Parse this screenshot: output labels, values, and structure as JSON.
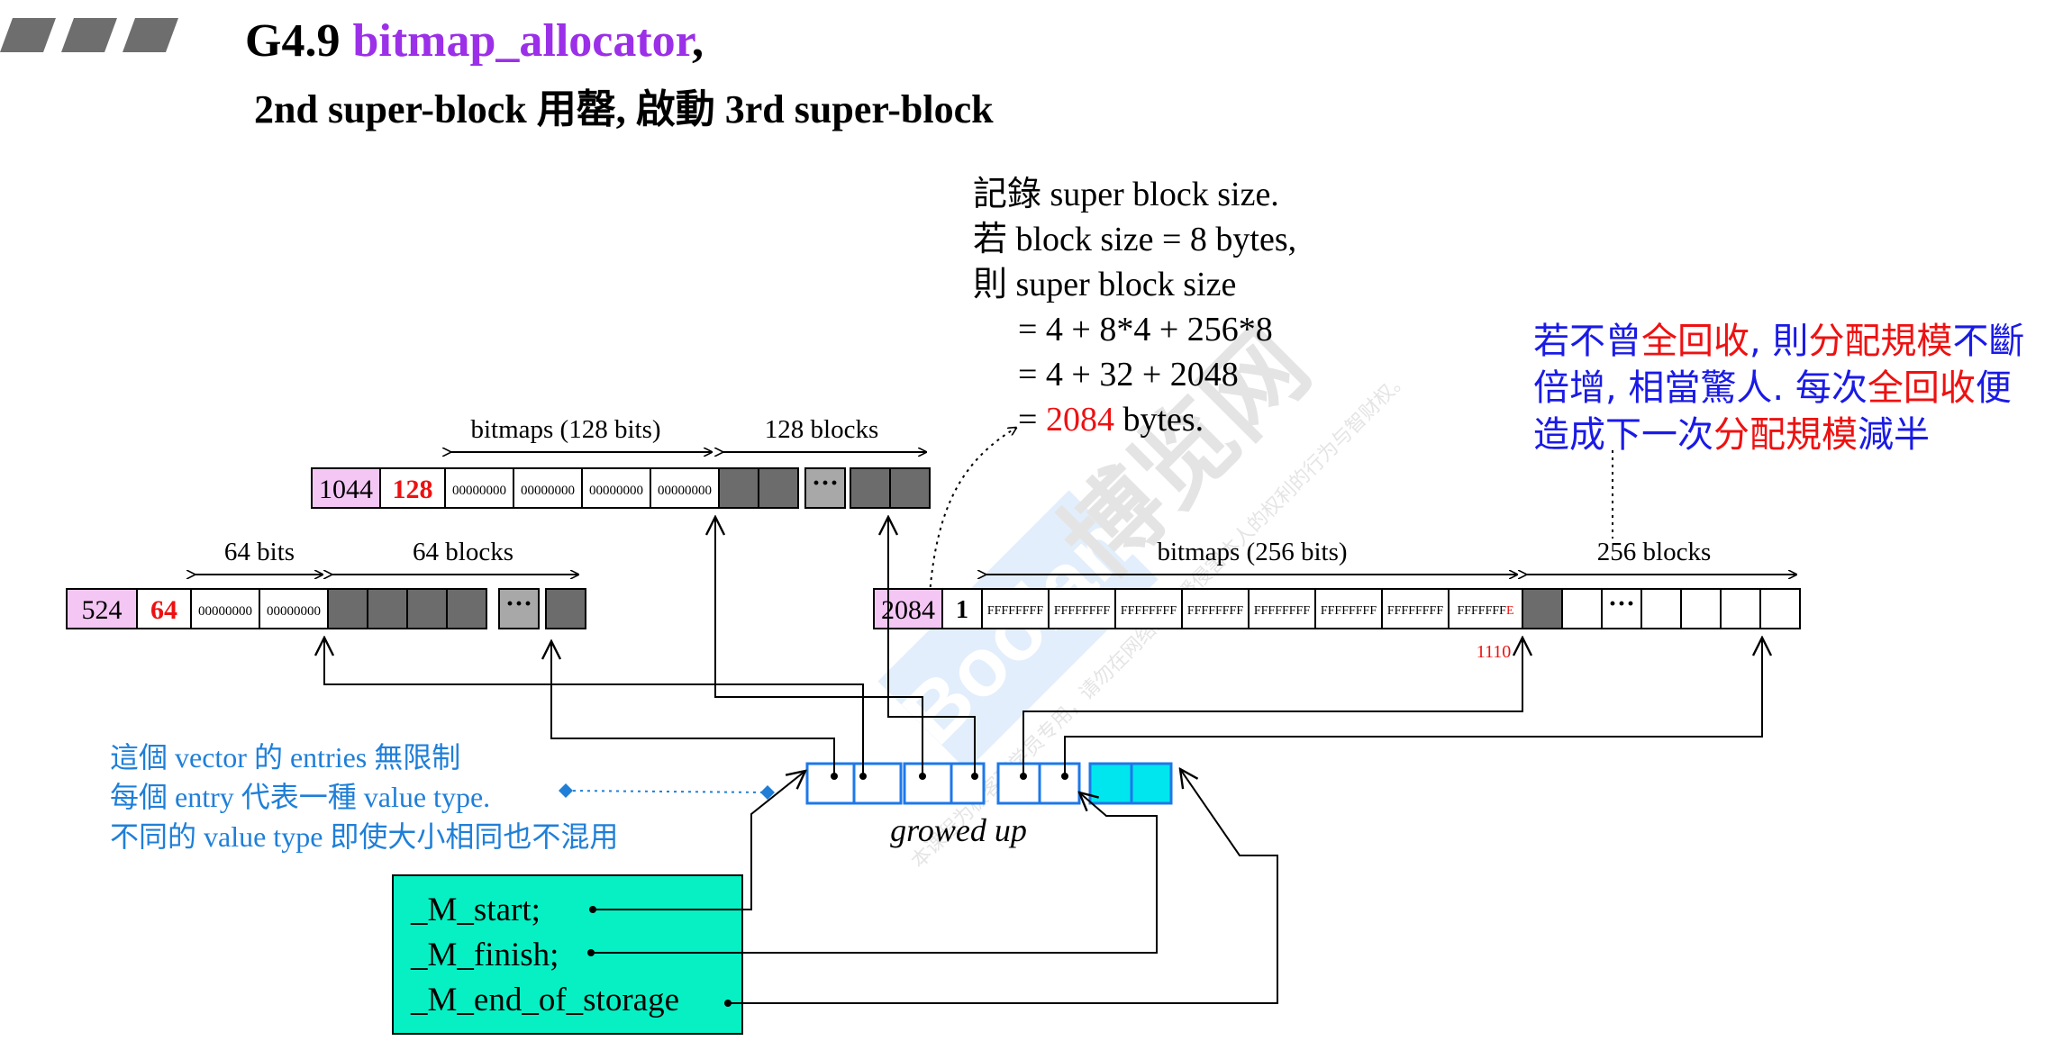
{
  "header": {
    "stripes": 3,
    "chapter": "G4.9",
    "title": "bitmap_allocator",
    "title_suffix": ",",
    "subtitle": "2nd super-block 用罄, 啟動 3rd super-block"
  },
  "size_note": {
    "line1": "記錄 super block size.",
    "line2": "若 block  size = 8 bytes,",
    "line3": "則 super block size",
    "line4": "= 4 + 8*4 + 256*8",
    "line5": "= 4 + 32 + 2048",
    "line6_prefix": "= ",
    "line6_value": "2084",
    "line6_suffix": " bytes."
  },
  "growth_note": {
    "line1": [
      {
        "text": "若不曾",
        "color": "#1a1ae6"
      },
      {
        "text": "全回收",
        "color": "#ee1111"
      },
      {
        "text": ", 則",
        "color": "#1a1ae6"
      },
      {
        "text": "分配規模",
        "color": "#ee1111"
      },
      {
        "text": "不斷",
        "color": "#1a1ae6"
      }
    ],
    "line2": [
      {
        "text": "倍增, 相當驚人. 每次",
        "color": "#1a1ae6"
      },
      {
        "text": "全回收",
        "color": "#ee1111"
      },
      {
        "text": "便",
        "color": "#1a1ae6"
      }
    ],
    "line3": [
      {
        "text": "造成下一次",
        "color": "#1a1ae6"
      },
      {
        "text": "分配規模",
        "color": "#ee1111"
      },
      {
        "text": "減半",
        "color": "#1a1ae6"
      }
    ]
  },
  "block1": {
    "size": "524",
    "count": "64",
    "bitmaps": [
      "00000000",
      "00000000"
    ],
    "bits_label": "64 bits",
    "blocks_label": "64 blocks",
    "ellipsis": "···"
  },
  "block2": {
    "size": "1044",
    "count": "128",
    "bitmaps": [
      "00000000",
      "00000000",
      "00000000",
      "00000000"
    ],
    "bits_label": "bitmaps (128 bits)",
    "blocks_label": "128 blocks",
    "ellipsis": "···"
  },
  "block3": {
    "size": "2084",
    "count": "1",
    "bitmaps": [
      "FFFFFFFF",
      "FFFFFFFF",
      "FFFFFFFF",
      "FFFFFFFF",
      "FFFFFFFF",
      "FFFFFFFF",
      "FFFFFFFF",
      "FFFFFFFE"
    ],
    "bitmap_last_prefix": "FFFFFFF",
    "bitmap_last_suffix": "E",
    "bits_label": "bitmaps (256 bits)",
    "blocks_label": "256 blocks",
    "ellipsis": "···",
    "bin_note": "1110"
  },
  "vector_note": {
    "line1": "這個 vector 的 entries 無限制",
    "line2": "每個 entry 代表一種 value type.",
    "line3": "不同的 value type 即使大小相同也不混用"
  },
  "growed_label": "growed up",
  "members": [
    "_M_start;",
    "_M_finish;",
    "_M_end_of_storage"
  ],
  "watermark": {
    "text": "博览网",
    "logo": "Boolan",
    "small": "本课程为极客班学员专用，请勿在网络上传播侵害本人的权利的行为与智财权。"
  },
  "colors": {
    "purple_title": "#9b30e8",
    "red": "#ee1111",
    "pink_cell": "#f4c6f4",
    "gray_cell": "#6c6c6c",
    "light_gray_cell": "#a8a8a8",
    "blue_text": "#1f7fd8",
    "vector_blue": "#1e78e8",
    "cyan_cell": "#00e6ee",
    "member_box": "#07f0c4",
    "note_blue": "#1a1ae6"
  }
}
